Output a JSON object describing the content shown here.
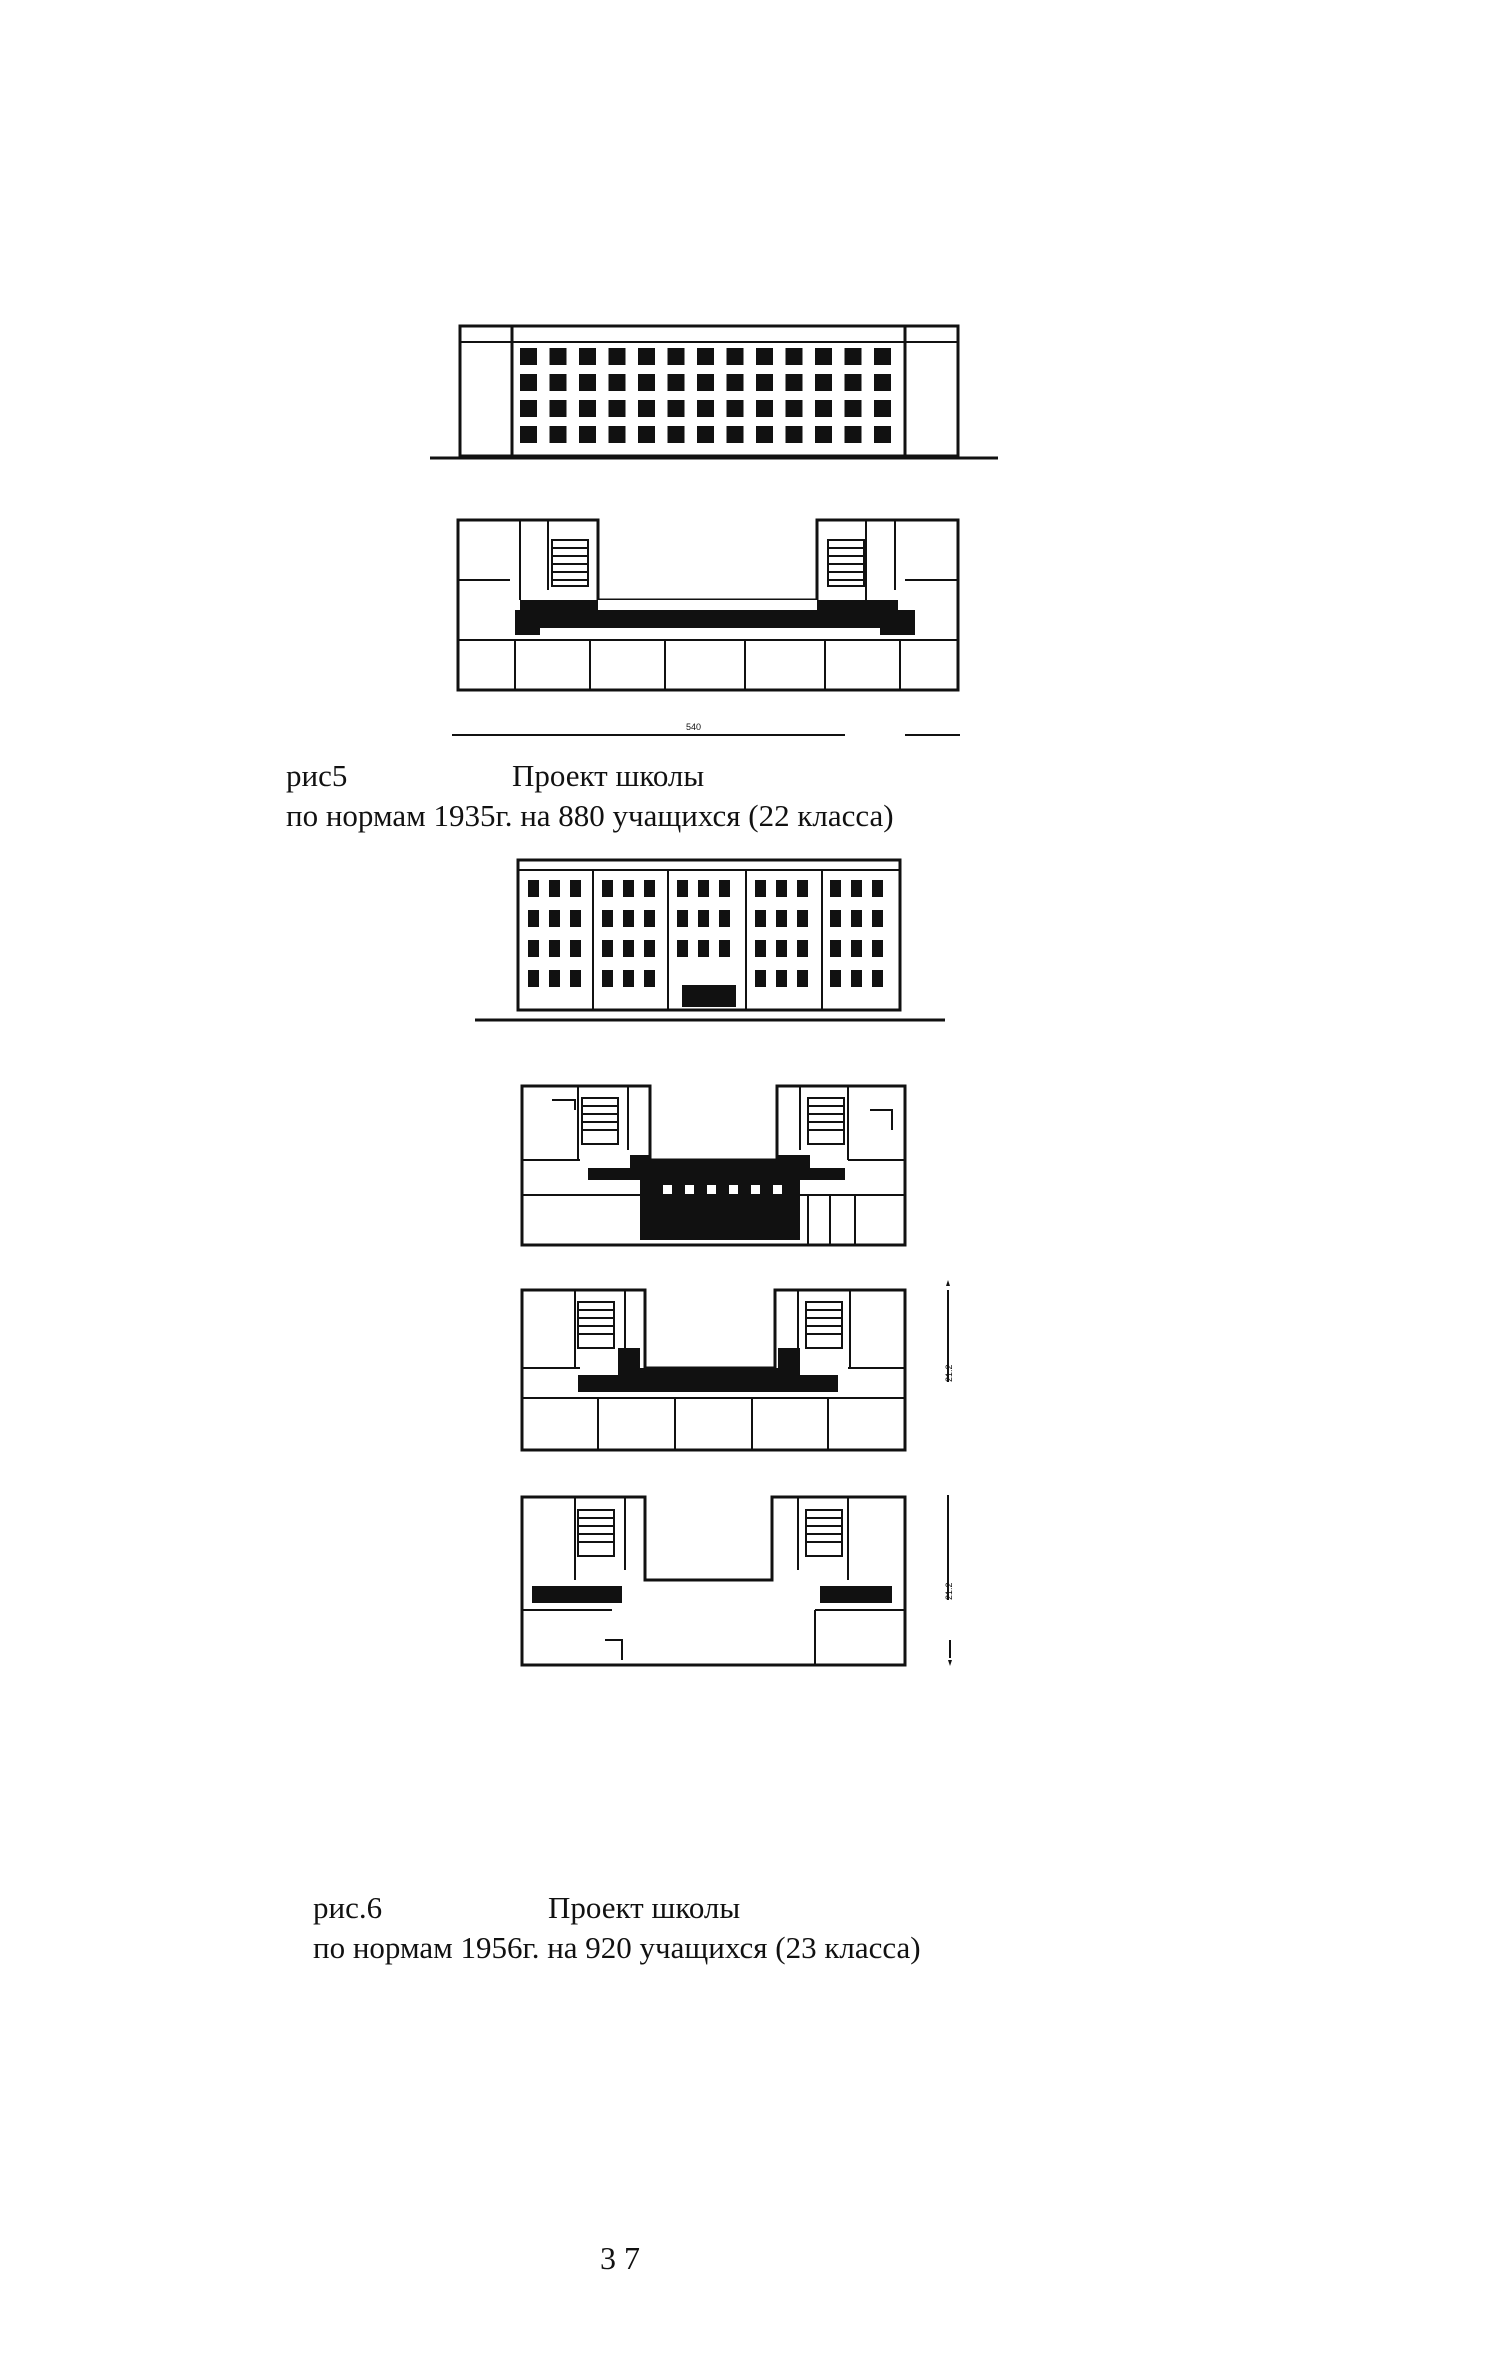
{
  "fig5": {
    "label": "рис5",
    "title": "Проект школы",
    "subtitle": "по нормам 1935г. на 880 учащихся (22 класса)",
    "dimension": "540"
  },
  "fig6": {
    "label": "рис.6",
    "title": "Проект школы",
    "subtitle": "по нормам 1956г. на 920 учащихся (23 класса)",
    "dimension_upper": "21.2",
    "dimension_lower": "21.2"
  },
  "page_number": "37"
}
